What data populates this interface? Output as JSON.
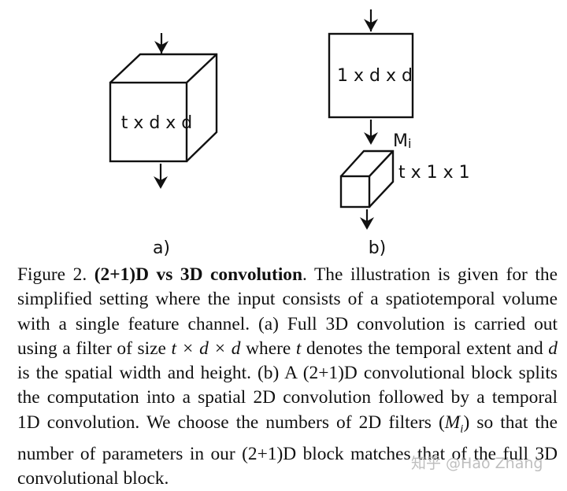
{
  "figure": {
    "panel_a": {
      "cube_label": "t x d x d",
      "panel_label": "a)"
    },
    "panel_b": {
      "spatial_label": "1 x d x d",
      "filters_label": "M",
      "filters_subscript": "i",
      "temporal_label": "t x 1 x 1",
      "panel_label": "b)"
    }
  },
  "caption": {
    "figure_number": "Figure 2.",
    "title": "(2+1)D vs 3D convolution",
    "lines": [
      ". The illustration is given for the simplified setting where the input consists of a spatiotemporal volume with a single feature channel. (a) Full 3D convolution is carried out using a filter of size ",
      " where ",
      " denotes the temporal extent and ",
      " is the spatial width and height. (b) A (2+1)D convolutional block splits the computation into a spatial 2D convolution followed by a temporal 1D convolution. We choose the numbers of 2D filters (",
      ") so that the number of parameters in our (2+1)D block matches that of the full 3D convolutional block."
    ],
    "math": {
      "filter_size": "t × d × d",
      "t": "t",
      "d": "d",
      "mi": "M",
      "mi_sub": "i"
    }
  },
  "watermark": "知乎 @Hao Zhang"
}
